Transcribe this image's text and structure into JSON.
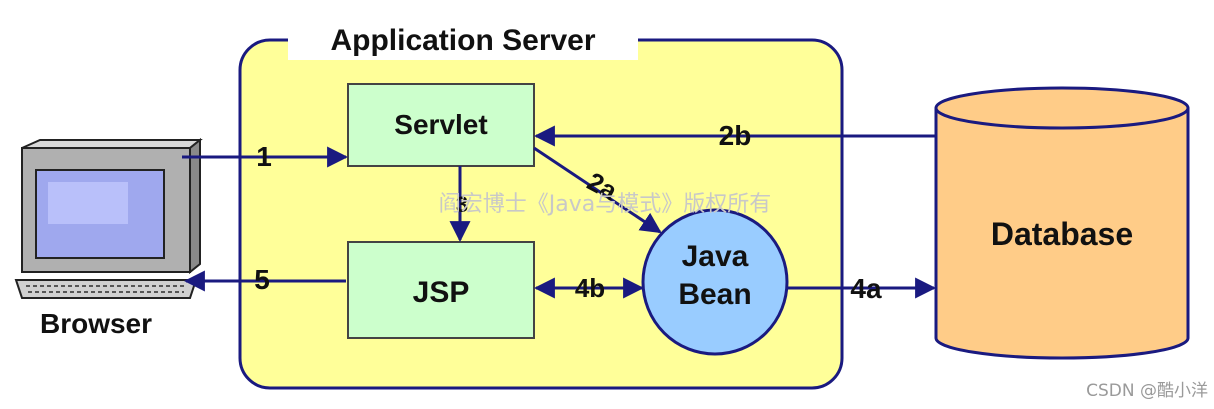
{
  "diagram": {
    "container_title": "Application Server",
    "nodes": {
      "servlet": "Servlet",
      "jsp": "JSP",
      "java_bean_line1": "Java",
      "java_bean_line2": "Bean",
      "database": "Database",
      "browser": "Browser"
    },
    "edges": {
      "browser_to_servlet": "1",
      "servlet_to_bean": "2a",
      "database_to_servlet": "2b",
      "servlet_to_jsp": "3",
      "bean_to_database": "4a",
      "jsp_bean": "4b",
      "jsp_to_browser": "5"
    }
  },
  "watermark": "阎宏博士《Java与模式》版权所有",
  "credit": "CSDN @酷小洋",
  "colors": {
    "container_fill": "#ffff99",
    "container_stroke": "#1a1a80",
    "box_fill": "#ccffcc",
    "bean_fill": "#99ccff",
    "database_fill": "#ffcc88",
    "arrow": "#1a1a80"
  }
}
